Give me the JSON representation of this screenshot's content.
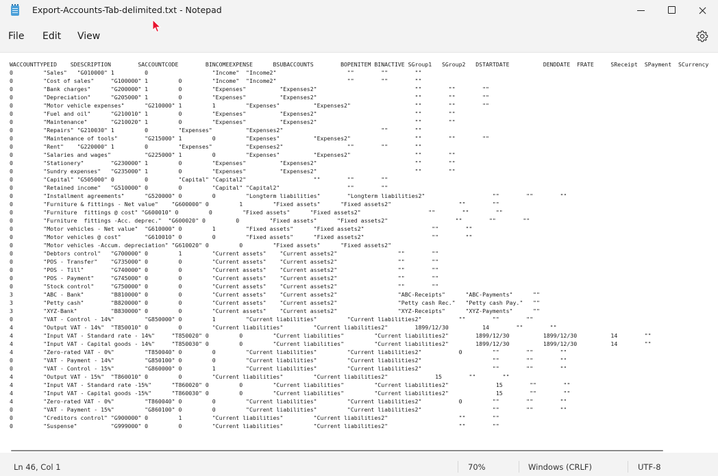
{
  "window": {
    "title": "Export-Accounts-Tab-delimited.txt - Notepad",
    "app_icon": "notepad-icon"
  },
  "menu": {
    "file": "File",
    "edit": "Edit",
    "view": "View",
    "settings_icon": "gear-icon"
  },
  "editor": {
    "lines": [
      "WACCOUNTTYPEID    SDESCRIPTION        SACCOUNTCODE        BINCOMEEXPENSE      BSUBACCOUNTS        BOPENITEM BINACTIVE SGroup1   SGroup2   DSTARTDATE          DENDDATE  FRATE     SReceipt  SPayment  SCurrency",
      "0         \"Sales\"   \"G010000\" 1         0                   \"Income\"  \"Income2\"                     \"\"        \"\"        \"\"",
      "0         \"Cost of sales\"     \"G100000\" 1         0         \"Income\"  \"Income2\"                     \"\"        \"\"        \"\"",
      "0         \"Bank charges\"      \"G200000\" 1         0         \"Expenses\"          \"Expenses2\"                             \"\"        \"\"        \"\"",
      "0         \"Depreciation\"      \"G205000\" 1         0         \"Expenses\"          \"Expenses2\"                             \"\"        \"\"        \"\"",
      "0         \"Motor vehicle expenses\"      \"G210000\" 1         1         \"Expenses\"          \"Expenses2\"                   \"\"        \"\"        \"\"",
      "0         \"Fuel and oil\"      \"G210010\" 1         0         \"Expenses\"          \"Expenses2\"                             \"\"        \"\"",
      "0         \"Maintenance\"       \"G210020\" 1         0         \"Expenses\"          \"Expenses2\"                             \"\"        \"\"",
      "0         \"Repairs\" \"G210030\" 1         0         \"Expenses\"          \"Expenses2\"                             \"\"        \"\"",
      "0         \"Maintenance of tools\"        \"G215000\" 1         0         \"Expenses\"          \"Expenses2\"                   \"\"        \"\"        \"\"",
      "0         \"Rent\"    \"G220000\" 1         0         \"Expenses\"          \"Expenses2\"                   \"\"        \"\"        \"\"",
      "0         \"Salaries and wages\"          \"G225000\" 1         0         \"Expenses\"          \"Expenses2\"                   \"\"        \"\"",
      "0         \"Stationery\"        \"G230000\" 1         0         \"Expenses\"          \"Expenses2\"                             \"\"        \"\"",
      "0         \"Sundry expenses\"   \"G235000\" 1         0         \"Expenses\"          \"Expenses2\"                             \"\"        \"\"",
      "0         \"Capital\" \"G505000\" 0         0         \"Capital\" \"Capital2\"                    \"\"        \"\"        \"\"",
      "0         \"Retained income\"   \"G510000\" 0         0         \"Capital\" \"Capital2\"                    \"\"        \"\"",
      "0         \"Installment agreements\"      \"G520000\" 0         0         \"Longterm liabilities\"        \"Longterm liabilities2\"                    \"\"        \"\"        \"\"",
      "0         \"Furniture & fittings - Net value\"    \"G600000\" 0         1         \"Fixed assets\"      \"Fixed assets2\"                    \"\"        \"\"",
      "0         \"Furniture  fittings @ cost\" \"G600010\" 0         0         \"Fixed assets\"      \"Fixed assets2\"                    \"\"        \"\"        \"\"",
      "0         \"Furniture  fittings -Acc. deprec.\"  \"G600020\" 0         0         \"Fixed assets\"      \"Fixed assets2\"                    \"\"        \"\"        \"\"",
      "0         \"Motor vehicles - Net value\"  \"G610000\" 0         1         \"Fixed assets\"      \"Fixed assets2\"                    \"\"        \"\"",
      "0         \"Motor vehicles @ cost\"       \"G610010\" 0         0         \"Fixed assets\"      \"Fixed assets2\"                    \"\"        \"\"",
      "0         \"Motor vehicles -Accum. depreciation\" \"G610020\" 0         0         \"Fixed assets\"      \"Fixed assets2\"",
      "0         \"Debtors control\"   \"G700000\" 0         1         \"Current assets\"    \"Current assets2\"                  \"\"        \"\"",
      "0         \"POS - Transfer\"    \"G735000\" 0         0         \"Current assets\"    \"Current assets2\"                  \"\"        \"\"",
      "0         \"POS - Till\"        \"G740000\" 0         0         \"Current assets\"    \"Current assets2\"                  \"\"        \"\"",
      "0         \"POS - Payment\"     \"G745000\" 0         0         \"Current assets\"    \"Current assets2\"                  \"\"        \"\"",
      "0         \"Stock control\"     \"G750000\" 0         0         \"Current assets\"    \"Current assets2\"                  \"\"        \"\"",
      "3         \"ABC - Bank\"        \"B810000\" 0         0         \"Current assets\"    \"Current assets2\"                  \"ABC-Receipts\"      \"ABC-Payments\"      \"\"",
      "3         \"Petty cash\"        \"B820000\" 0         0         \"Current assets\"    \"Current assets2\"                  \"Petty cash Rec.\"   \"Petty cash Pay.\"   \"\"",
      "3         \"XYZ-Bank\"          \"B830000\" 0         0         \"Current assets\"    \"Current assets2\"                  \"XYZ-Receipts\"      \"XYZ-Payments\"      \"\"",
      "0         \"VAT - Control - 14%\"         \"G850000\" 0         1         \"Current liabilities\"         \"Current liabilities2\"           \"\"        \"\"        \"\"",
      "4         \"Output VAT - 14%\"  \"T850010\" 0         0         \"Current liabilities\"         \"Current liabilities2\"        1899/12/30          14        \"\"        \"\"",
      "4         \"Input VAT - Standard rate - 14%\"     \"T850020\" 0         0         \"Current liabilities\"         \"Current liabilities2\"        1899/12/30          1899/12/30          14        \"\"",
      "4         \"Input VAT - Capital goods - 14%\"     \"T850030\" 0         0         \"Current liabilities\"         \"Current liabilities2\"        1899/12/30          1899/12/30          14        \"\"",
      "4         \"Zero-rated VAT - 0%\"         \"T850040\" 0         0         \"Current liabilities\"         \"Current liabilities2\"           0         \"\"        \"\"        \"\"",
      "0         \"VAT - Payment - 14%\"         \"G850100\" 0         0         \"Current liabilities\"         \"Current liabilities2\"                     \"\"        \"\"        \"\"",
      "0         \"VAT - Control - 15%\"         \"G860000\" 0         1         \"Current liabilities\"         \"Current liabilities2\"                     \"\"        \"\"        \"\"",
      "4         \"Output VAT - 15%\"  \"T860010\" 0         0         \"Current liabilities\"         \"Current liabilities2\"              15        \"\"        \"\"",
      "4         \"Input VAT - Standard rate -15%\"      \"T860020\" 0         0         \"Current liabilities\"         \"Current liabilities2\"              15        \"\"        \"\"",
      "4         \"Input VAT - Capital goods -15%\"      \"T860030\" 0         0         \"Current liabilities\"         \"Current liabilities2\"              15        \"\"        \"\"",
      "4         \"Zero-rated VAT - 0%\"         \"T860040\" 0         0         \"Current liabilities\"         \"Current liabilities2\"           0         \"\"        \"\"        \"\"",
      "0         \"VAT - Payment - 15%\"         \"G860100\" 0         0         \"Current liabilities\"         \"Current liabilities2\"                     \"\"        \"\"        \"\"",
      "0         \"Creditors control\" \"G900000\" 0         1         \"Current liabilities\"         \"Current liabilities2\"                     \"\"        \"\"",
      "0         \"Suspense\"          \"G999000\" 0         0         \"Current liabilities\"         \"Current liabilities2\"                     \"\"        \"\""
    ]
  },
  "status": {
    "position": "Ln 46, Col 1",
    "zoom": "70%",
    "line_ending": "Windows (CRLF)",
    "encoding": "UTF-8"
  }
}
